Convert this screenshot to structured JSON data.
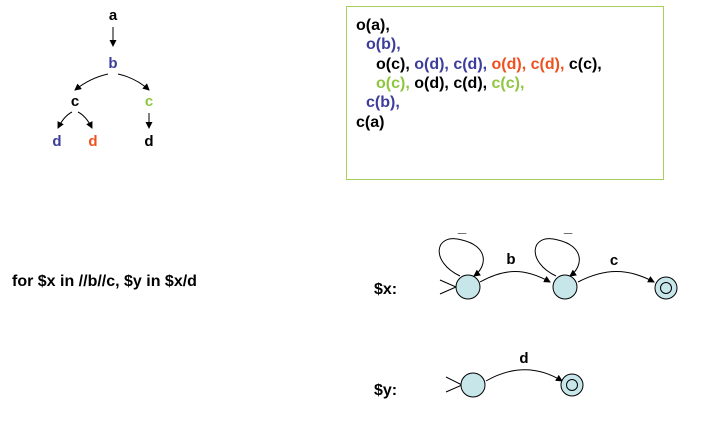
{
  "colors": {
    "black": "#000000",
    "blue": "#3d3d9c",
    "red": "#f0501e",
    "green": "#8ec63f",
    "state_fill": "#c7e6ea",
    "box_border": "#a6cf5e"
  },
  "tree": {
    "nodes": [
      {
        "label": "a",
        "color": "black"
      },
      {
        "label": "b",
        "color": "blue"
      },
      {
        "label": "c",
        "color": "black"
      },
      {
        "label": "c",
        "color": "green"
      },
      {
        "label": "d",
        "color": "blue"
      },
      {
        "label": "d",
        "color": "red"
      },
      {
        "label": "d",
        "color": "black"
      }
    ]
  },
  "events": {
    "lines": [
      [
        {
          "text": "o(a),",
          "color": "black"
        }
      ],
      [
        {
          "text": "o(b),",
          "color": "blue"
        }
      ],
      [
        {
          "text": "o(c), ",
          "color": "black"
        },
        {
          "text": "o(d), c(d), ",
          "color": "blue"
        },
        {
          "text": "o(d), c(d), ",
          "color": "red"
        },
        {
          "text": "c(c),",
          "color": "black"
        }
      ],
      [
        {
          "text": "o(c), ",
          "color": "green"
        },
        {
          "text": "o(d), c(d), ",
          "color": "black"
        },
        {
          "text": "c(c),",
          "color": "green"
        }
      ],
      [
        {
          "text": "c(b),",
          "color": "blue"
        }
      ],
      [
        {
          "text": "c(a)",
          "color": "black"
        }
      ]
    ]
  },
  "query": "for $x in //b//c, $y in $x/d",
  "automata": {
    "x": {
      "label": "$x:",
      "self_loop_1": "_",
      "self_loop_2": "_",
      "edge_1": "b",
      "edge_2": "c"
    },
    "y": {
      "label": "$y:",
      "edge_1": "d"
    }
  }
}
